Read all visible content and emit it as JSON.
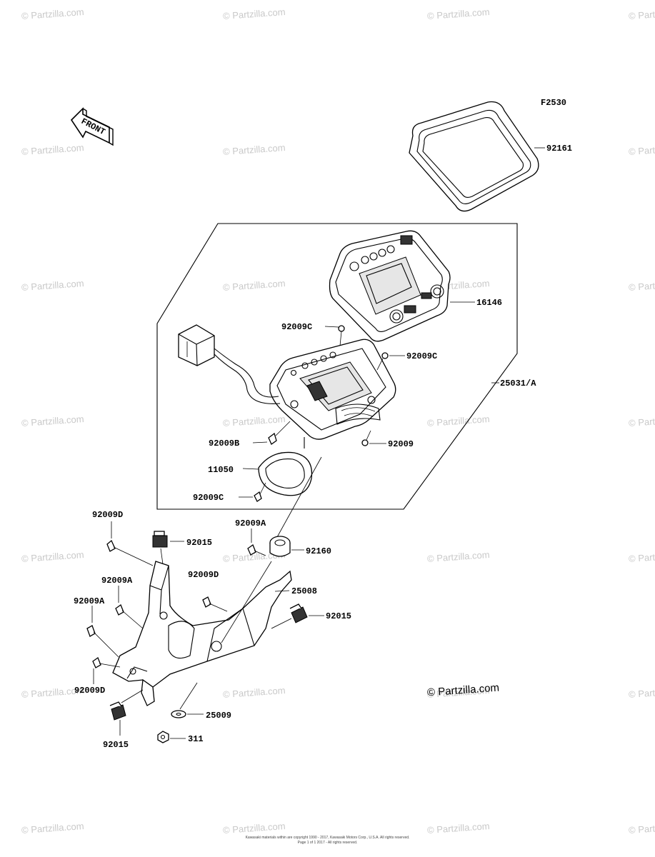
{
  "figure_code": "F2530",
  "front_arrow_label": "FRONT",
  "part_labels": {
    "p92161": "92161",
    "p16146": "16146",
    "p92009C_a": "92009C",
    "p92009C_b": "92009C",
    "p25031A": "25031/A",
    "p92009B": "92009B",
    "p92009": "92009",
    "p11050": "11050",
    "p92009C_c": "92009C",
    "p92009D_a": "92009D",
    "p92015_a": "92015",
    "p92009A_a": "92009A",
    "p92160": "92160",
    "p92009A_b": "92009A",
    "p92009D_b": "92009D",
    "p25008": "25008",
    "p92009A_c": "92009A",
    "p92015_b": "92015",
    "p92009D_c": "92009D",
    "p25009": "25009",
    "p92015_c": "92015",
    "p311": "311"
  },
  "watermark_text": "© Partzilla.com",
  "copyright_mark": "© Partzilla.com",
  "footer_line1": "Kawasaki materials within are copyright 1990 - 2017, Kawasaki Motors Corp., U.S.A. All rights reserved.",
  "footer_line2": "Page 1 of 1 2017 - All rights reserved."
}
